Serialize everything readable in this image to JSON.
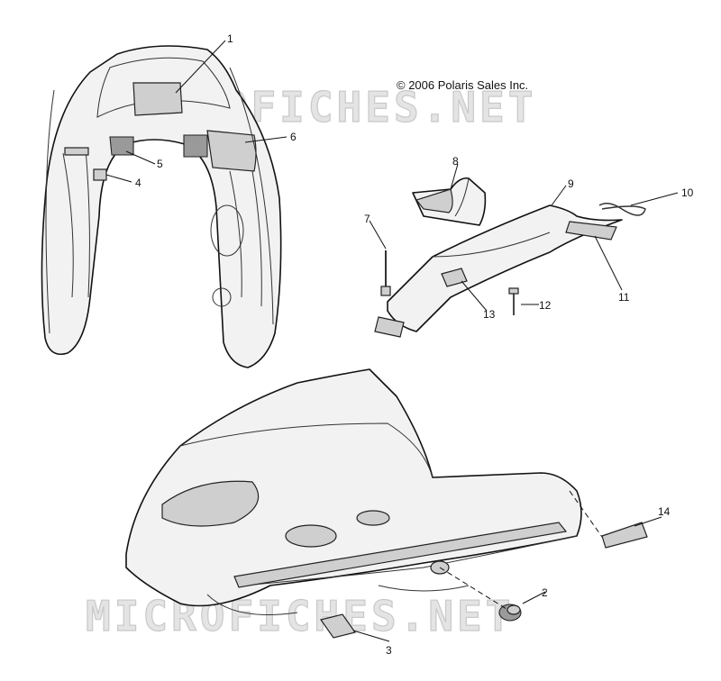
{
  "copyright": "© 2006 Polaris Sales Inc.",
  "watermark": "MICROFICHES.NET",
  "callouts": [
    "1",
    "2",
    "3",
    "4",
    "5",
    "6",
    "7",
    "8",
    "9",
    "10",
    "11",
    "12",
    "13",
    "14"
  ],
  "colors": {
    "line": "#111111",
    "fill_light": "#f2f2f2",
    "fill_mid": "#cfcfcf",
    "watermark": "#e4e4e4"
  }
}
